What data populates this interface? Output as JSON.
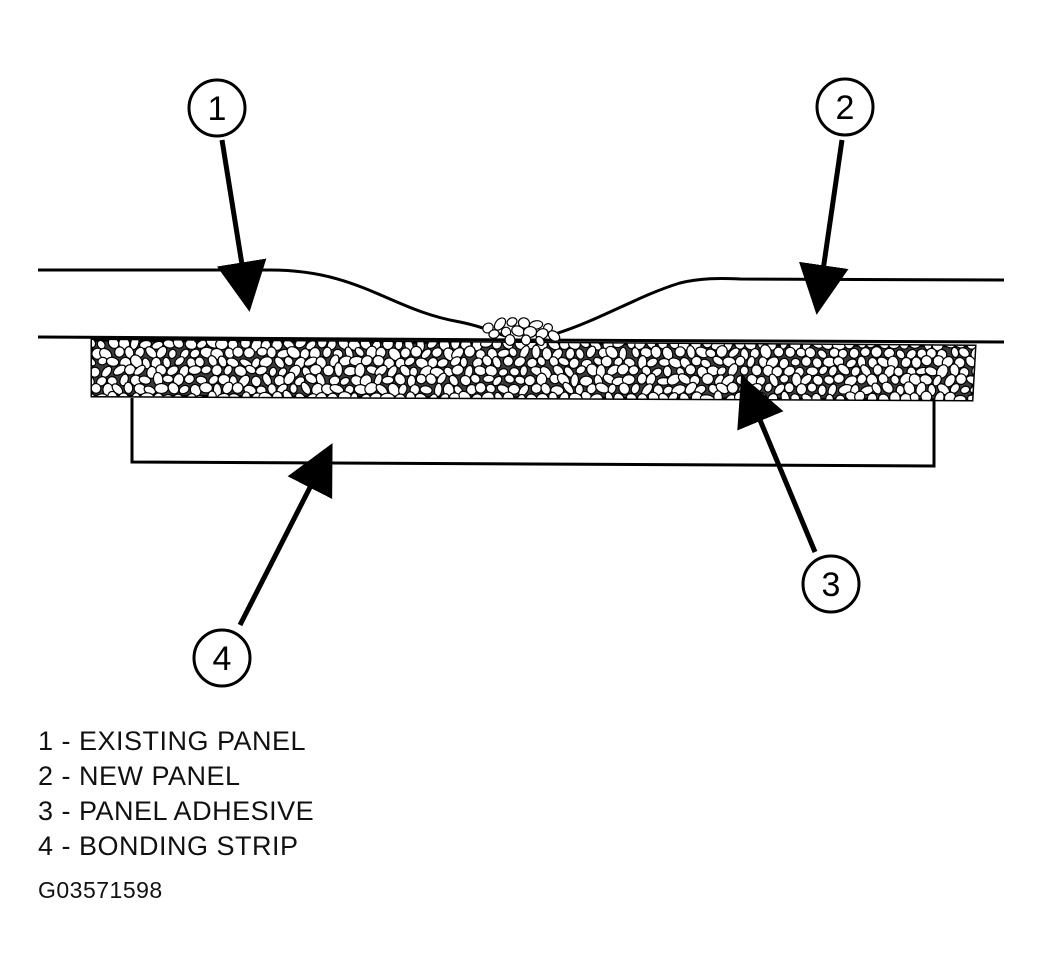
{
  "callouts": [
    {
      "number": "1",
      "label": "EXISTING PANEL"
    },
    {
      "number": "2",
      "label": "NEW PANEL"
    },
    {
      "number": "3",
      "label": "PANEL ADHESIVE"
    },
    {
      "number": "4",
      "label": "BONDING STRIP"
    }
  ],
  "legend": [
    "1 - EXISTING PANEL",
    "2 - NEW PANEL",
    "3 - PANEL ADHESIVE",
    "4 - BONDING STRIP"
  ],
  "figure_id": "G03571598",
  "colors": {
    "ink": "#000000",
    "background": "#ffffff"
  }
}
